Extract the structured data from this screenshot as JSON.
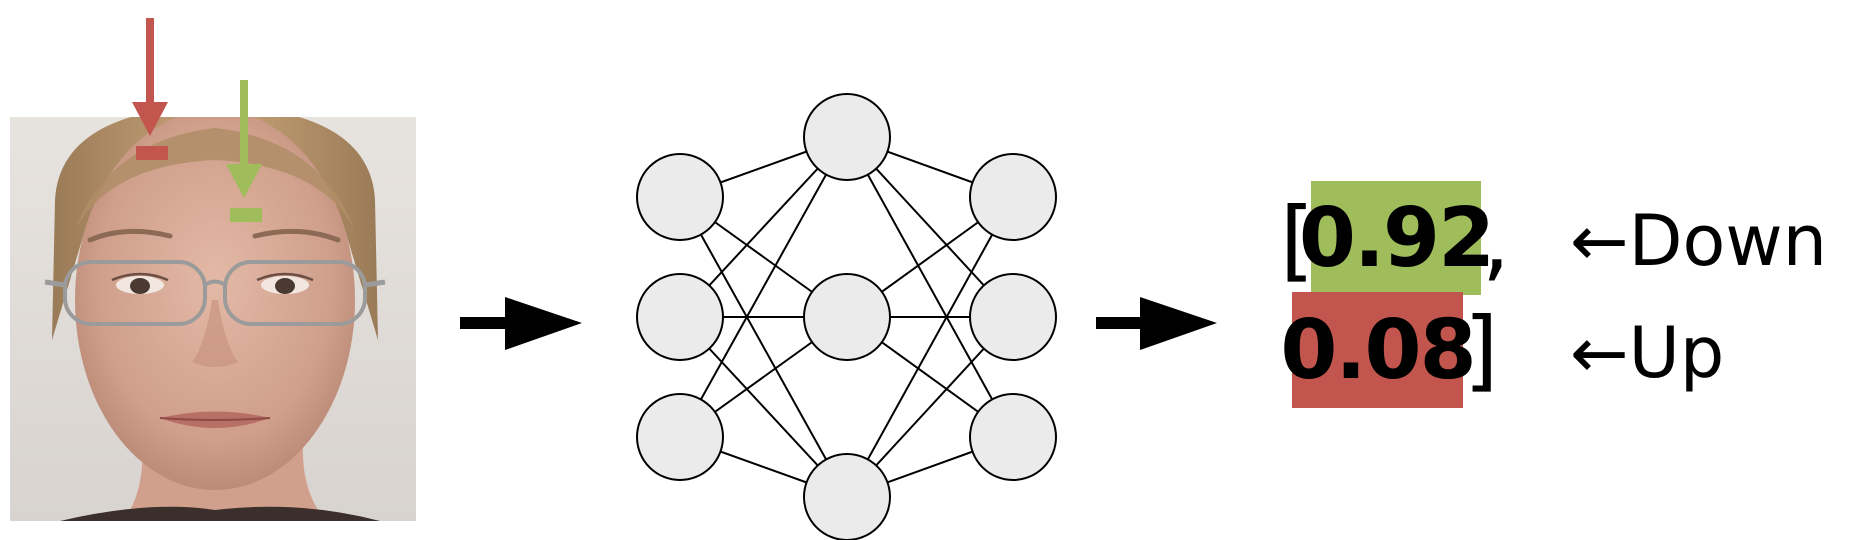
{
  "output": {
    "open_bracket": "[",
    "comma": ",",
    "close_bracket": "]",
    "values": [
      {
        "text": "0.92",
        "color": "#9fbd5a"
      },
      {
        "text": "0.08",
        "color": "#c2554d"
      }
    ],
    "labels": [
      "←Down",
      "←Up"
    ]
  },
  "colors": {
    "arrow_up_marker": "#c2554d",
    "arrow_down_marker": "#9fbd5a",
    "node_fill": "#ebebeb",
    "node_stroke": "#000000",
    "flow_arrow": "#000000"
  },
  "network": {
    "layers": [
      3,
      3,
      3
    ],
    "extra_nodes": [
      "top-center",
      "bottom-center"
    ]
  }
}
